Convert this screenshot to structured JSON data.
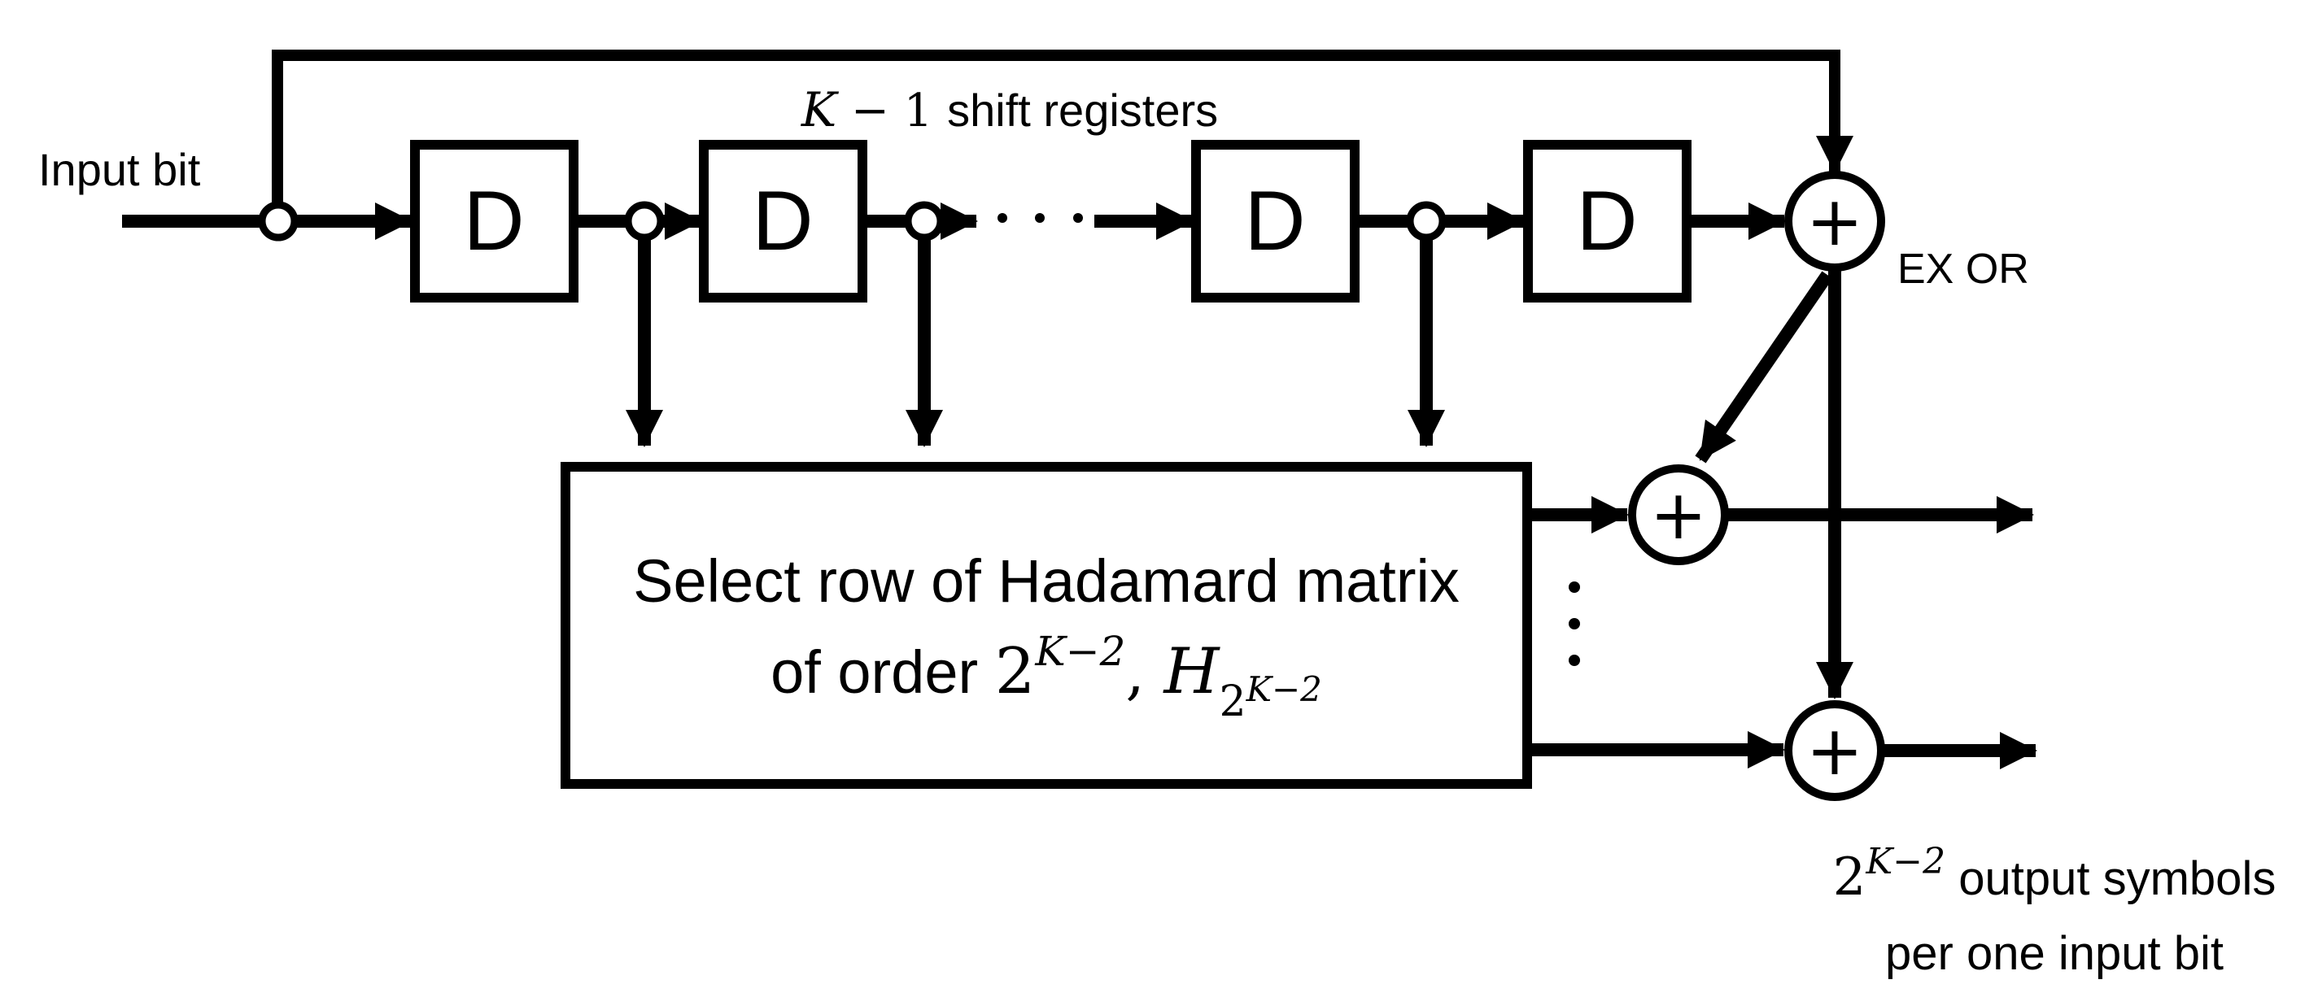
{
  "colors": {
    "ink": "#000000",
    "background": "#ffffff"
  },
  "input": {
    "label": "Input bit"
  },
  "shift_register_row": {
    "caption_k": "K",
    "caption_mid": " − 1 ",
    "caption_rest": "shift registers",
    "register_label": "D"
  },
  "xor": {
    "symbol": "+",
    "label": "EX OR"
  },
  "hadamard_box": {
    "line1": "Select row of Hadamard matrix",
    "line2_prefix": "of order ",
    "line2_pow_base": "2",
    "line2_pow_exp": "K−2",
    "line2_comma": ", ",
    "line2_h": "H",
    "line2_h_sub_base": "2",
    "line2_h_sub_exp": "K−2"
  },
  "output": {
    "pow_base": "2",
    "pow_exp": "K−2",
    "line1_rest": " output symbols",
    "line2": "per one input bit"
  }
}
